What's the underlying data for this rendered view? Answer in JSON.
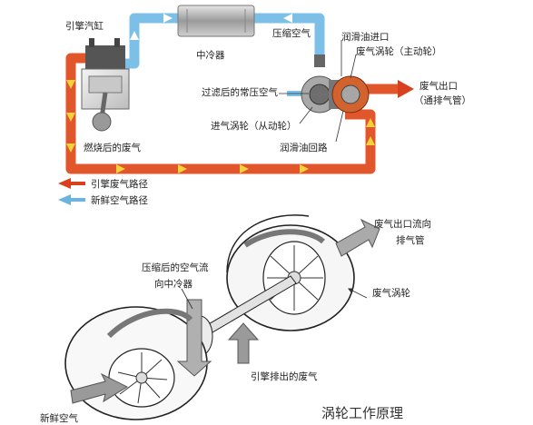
{
  "labels": {
    "engine_cylinder": "引擎汽缸",
    "intercooler": "中冷器",
    "compressed_air": "压缩空气",
    "oil_inlet": "润滑油进口",
    "exhaust_turbine_main": "废气涡轮（主动轮）",
    "filtered_air": "过滤后的常压空气",
    "exhaust_outlet": "废气出口",
    "exhaust_pipe_note": "（通排气管）",
    "intake_turbine_driven": "进气涡轮（从动轮）",
    "oil_return": "润滑油回路",
    "burned_exhaust": "燃烧后的废气",
    "exhaust_outlet_to": "废气出口流向",
    "exhaust_pipe": "排气管",
    "compressed_air_to": "压缩后的空气流",
    "to_intercooler": "向中冷器",
    "exhaust_turbine": "废气涡轮",
    "engine_exhaust": "引擎排出的废气",
    "fresh_air": "新鲜空气",
    "title": "涡轮工作原理"
  },
  "legend": [
    {
      "label": "引擎废气路径",
      "color": "#d9401e"
    },
    {
      "label": "新鲜空气路径",
      "color": "#6bb4e0"
    }
  ],
  "colors": {
    "exhaust": "#e2562b",
    "fresh_air": "#7cc0e8",
    "flow_arrow": "#f3d23a"
  }
}
